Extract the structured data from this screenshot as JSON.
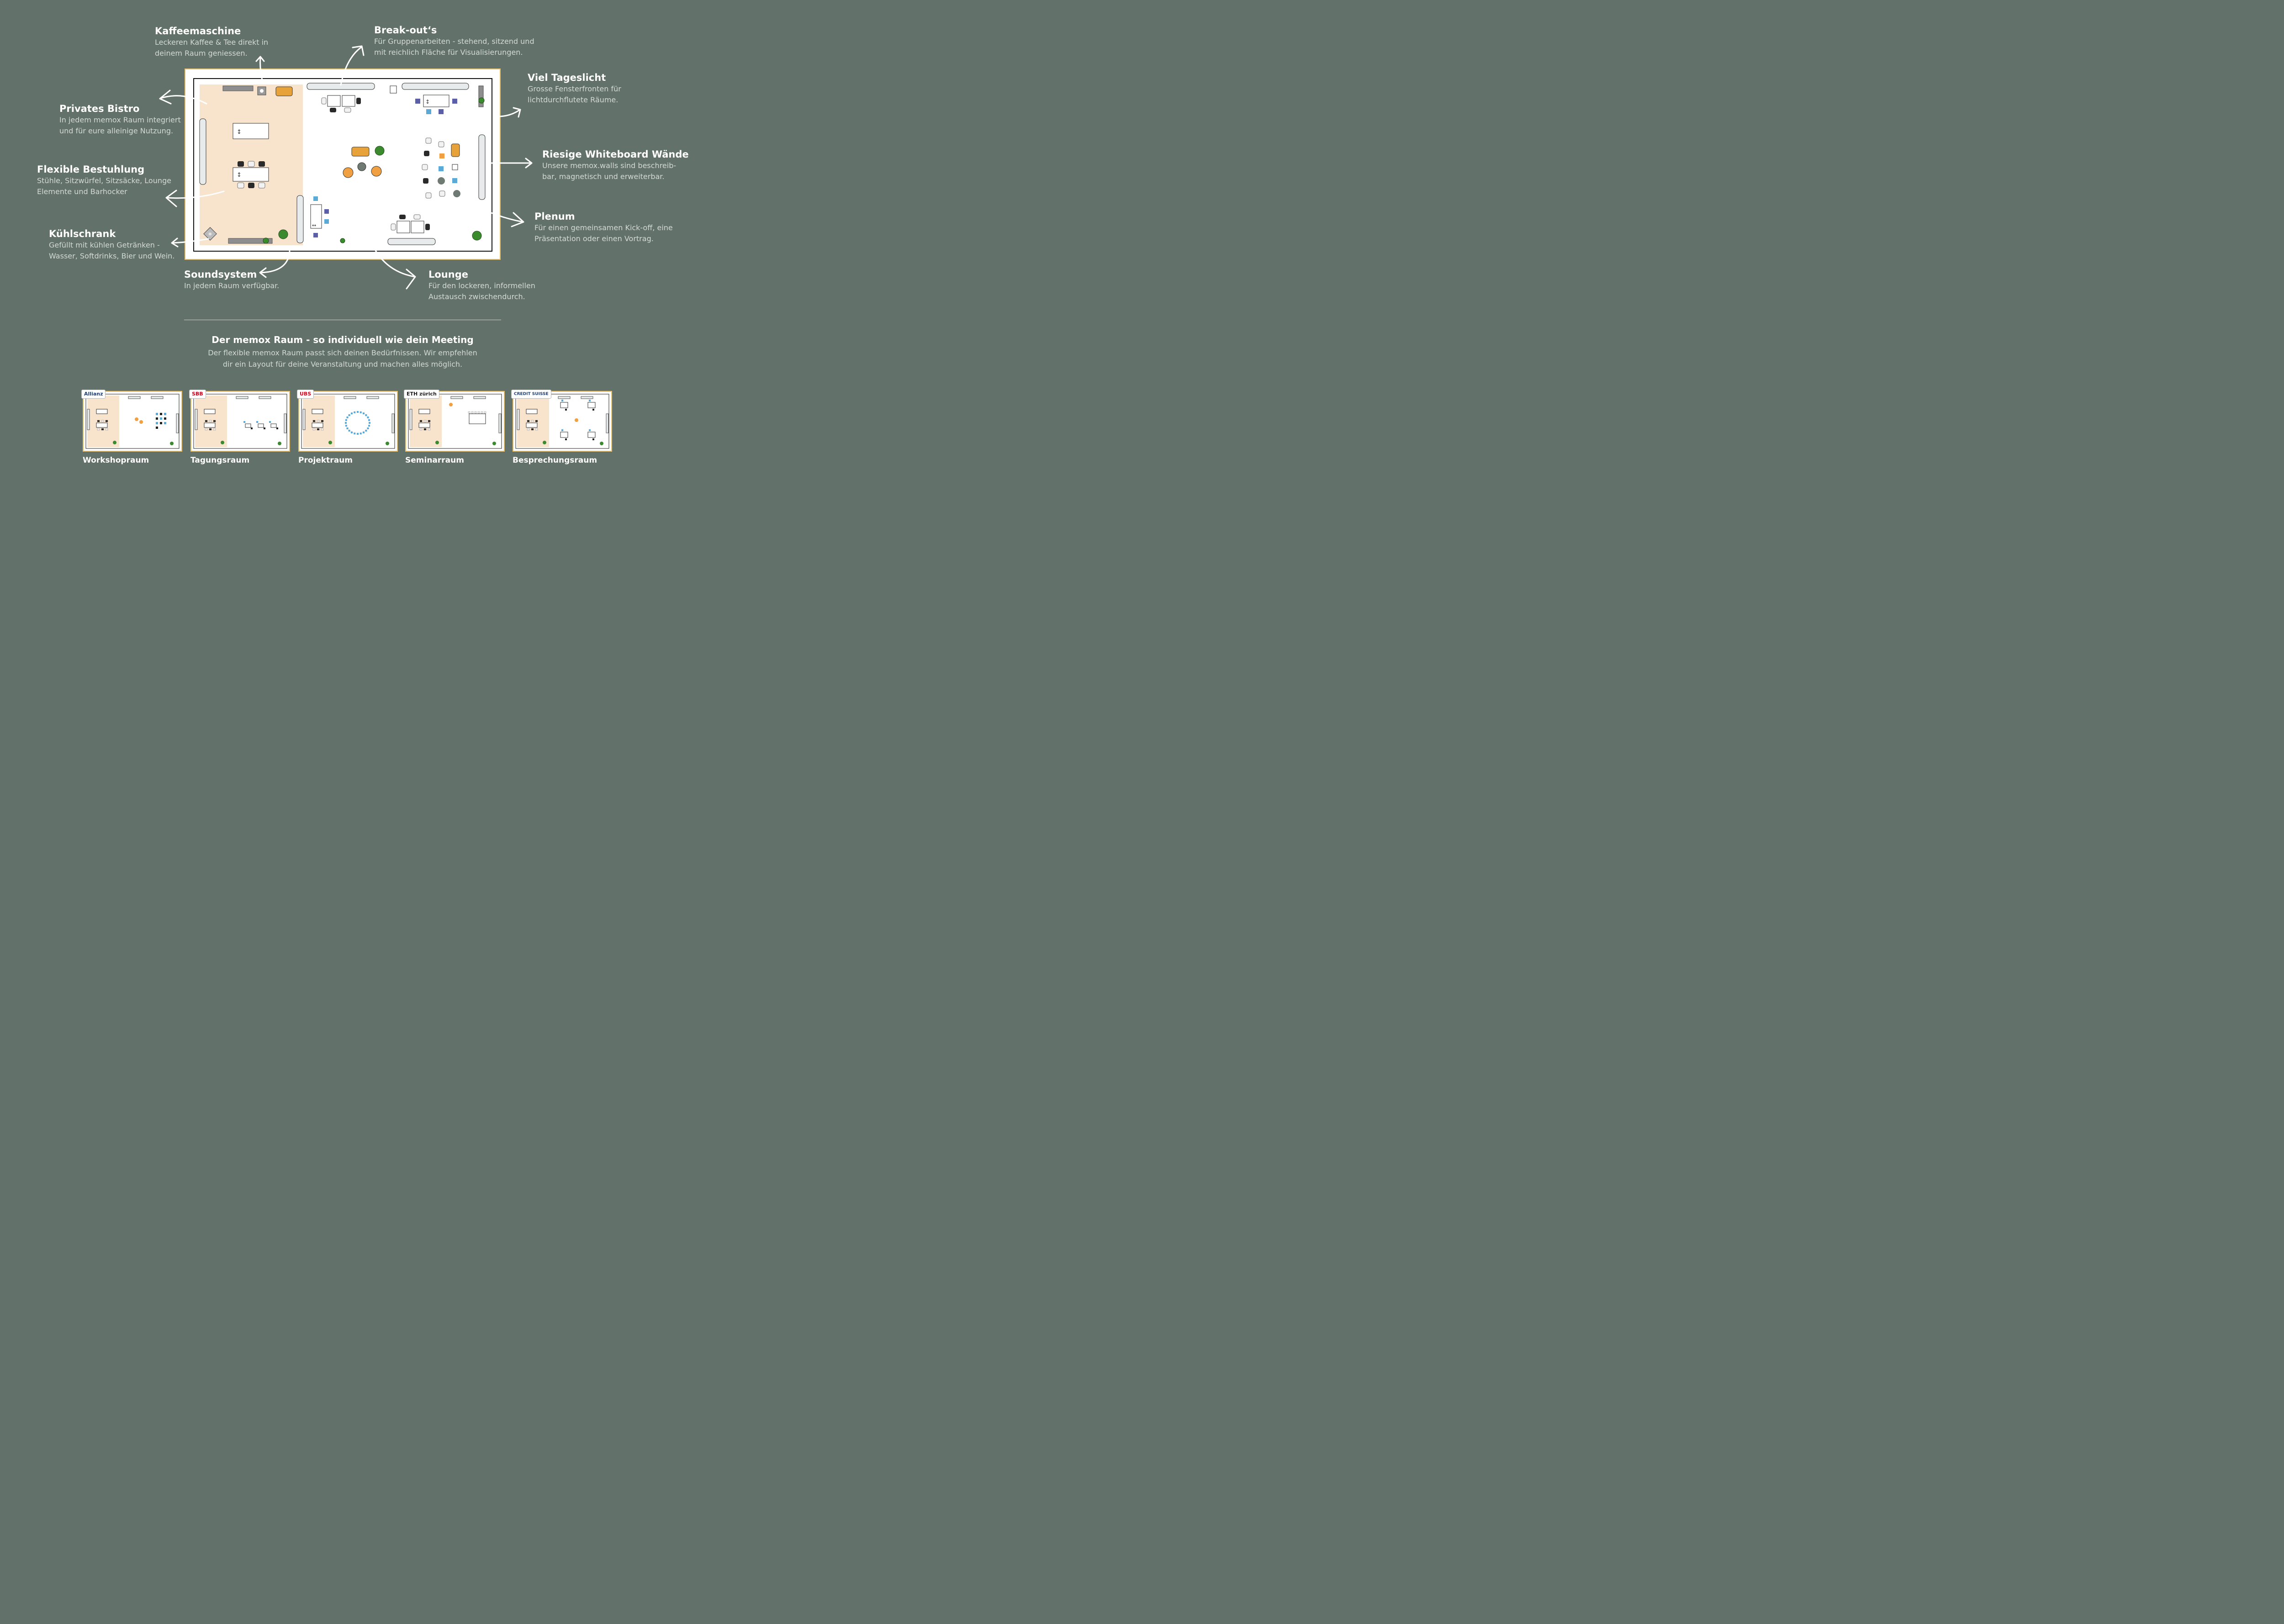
{
  "callouts": [
    {
      "id": "kaffee",
      "title": "Kaffeemaschine",
      "lines": [
        "Leckeren Kaffee & Tee direkt in",
        "deinem Raum geniessen."
      ]
    },
    {
      "id": "breakout",
      "title": "Break-out‘s",
      "lines": [
        "Für Gruppenarbeiten - stehend, sitzend und",
        "mit reichlich Fläche für Visualisierungen."
      ]
    },
    {
      "id": "tageslicht",
      "title": "Viel Tageslicht",
      "lines": [
        "Grosse Fensterfronten für",
        "lichtdurchflutete Räume."
      ]
    },
    {
      "id": "bistro",
      "title": "Privates Bistro",
      "lines": [
        "In jedem memox Raum integriert",
        "und für eure alleinige Nutzung."
      ]
    },
    {
      "id": "whiteboard",
      "title": "Riesige Whiteboard Wände",
      "lines": [
        "Unsere memox.walls sind beschreib-",
        "bar, magnetisch und erweiterbar."
      ]
    },
    {
      "id": "bestuhlung",
      "title": "Flexible Bestuhlung",
      "lines": [
        "Stühle, Sitzwürfel, Sitzsäcke, Lounge",
        "Elemente und Barhocker"
      ]
    },
    {
      "id": "plenum",
      "title": "Plenum",
      "lines": [
        "Für einen gemeinsamen Kick-off, eine",
        "Präsentation oder einen Vortrag."
      ]
    },
    {
      "id": "kuehlschrank",
      "title": "Kühlschrank",
      "lines": [
        "Gefüllt mit kühlen Getränken -",
        "Wasser, Softdrinks, Bier und Wein."
      ]
    },
    {
      "id": "sound",
      "title": "Soundsystem",
      "lines": [
        "In jedem Raum verfügbar."
      ]
    },
    {
      "id": "lounge",
      "title": "Lounge",
      "lines": [
        "Für den lockeren, informellen",
        "Austausch zwischendurch."
      ]
    }
  ],
  "section": {
    "title": "Der memox Raum - so individuell wie dein Meeting",
    "lines": [
      "Der flexible memox Raum passt sich deinen Bedürfnissen. Wir empfehlen",
      "dir ein Layout für deine Veranstaltung und machen alles möglich."
    ]
  },
  "layouts": [
    {
      "label": "Workshopraum",
      "logo": "Allianz",
      "logo_color": "#1f3f8c",
      "variant": "workshop"
    },
    {
      "label": "Tagungsraum",
      "logo": "SBB",
      "logo_color": "#e1001a",
      "variant": "tagung"
    },
    {
      "label": "Projektraum",
      "logo": "UBS",
      "logo_color": "#e1001a",
      "variant": "projekt"
    },
    {
      "label": "Seminarraum",
      "logo": "ETH zürich",
      "logo_color": "#1f1f1f",
      "variant": "seminar"
    },
    {
      "label": "Besprechungsraum",
      "logo": "CREDIT SUISSE",
      "logo_color": "#1f3f7a",
      "variant": "besprechung"
    }
  ],
  "colors": {
    "background": "#62716a",
    "frame": "#e8c06a",
    "bistro_floor": "#f8e3cd",
    "whiteboard": "#e8ebec",
    "chair_white": "#f2f2f2",
    "chair_black": "#2a2a2a",
    "cube_blue": "#5aa9d6",
    "cube_violet": "#5a5fa8",
    "lounge_orange": "#f0a040",
    "plant": "#3c8a2e",
    "sofa": "#e8a23a"
  },
  "icons": [
    "coffee-machine-icon",
    "fridge-icon",
    "speaker-icon",
    "plant-icon",
    "bean-bag-icon"
  ]
}
